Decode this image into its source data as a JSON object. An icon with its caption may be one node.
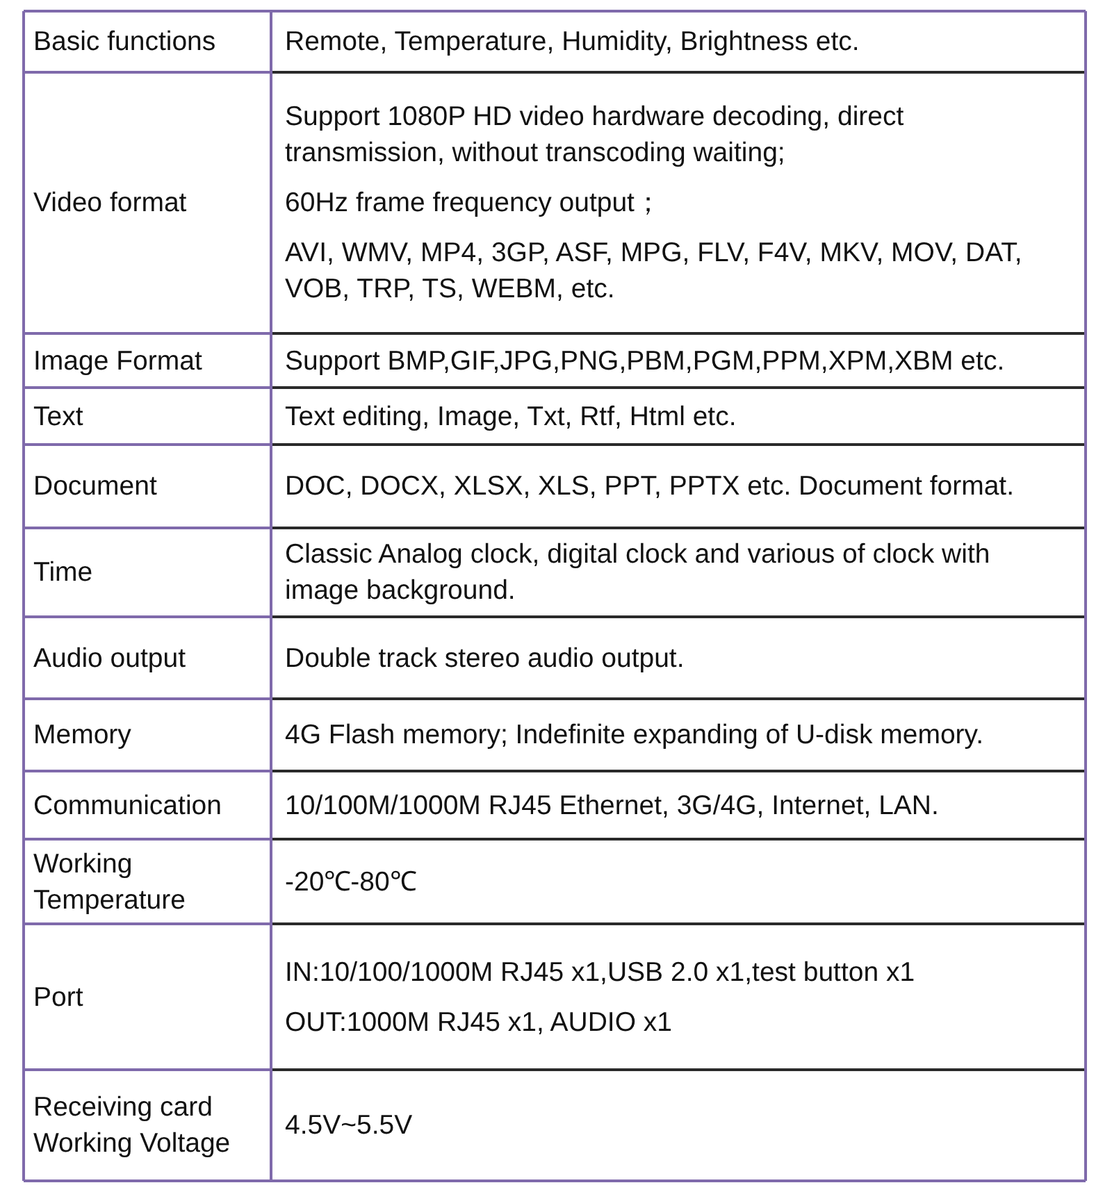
{
  "diagram": {
    "labels": [
      "Basic functions",
      "Remote, Temperature, Humidity, Brightness etc.",
      "Video format",
      "Support 1080P HD video hardware decoding, direct transmission, without transcoding waiting;",
      "60Hz frame frequency output；",
      "AVI, WMV, MP4, 3GP, ASF, MPG, FLV, F4V, MKV, MOV, DAT, VOB, TRP, TS, WEBM, etc.",
      "Image Format",
      "Support BMP,GIF,JPG,PNG,PBM,PGM,PPM,XPM,XBM etc.",
      "Text",
      "Text editing, Image, Txt, Rtf, Html etc.",
      "Document",
      "DOC, DOCX, XLSX, XLS, PPT, PPTX etc. Document format.",
      "Time",
      "Classic Analog clock, digital clock and various of clock with image background.",
      "Audio output",
      "Double track stereo audio output.",
      "Memory",
      "4G Flash memory; Indefinite expanding of U-disk memory.",
      "Communication",
      "10/100M/1000M RJ45 Ethernet, 3G/4G, Internet, LAN.",
      "Working Temperature",
      "-20℃-80℃",
      "Port",
      "IN:10/100/1000M RJ45 x1,USB 2.0 x1,test button x1",
      "OUT:1000M RJ45 x1, AUDIO x1",
      "Receiving card Working Voltage",
      "4.5V~5.5V"
    ]
  }
}
